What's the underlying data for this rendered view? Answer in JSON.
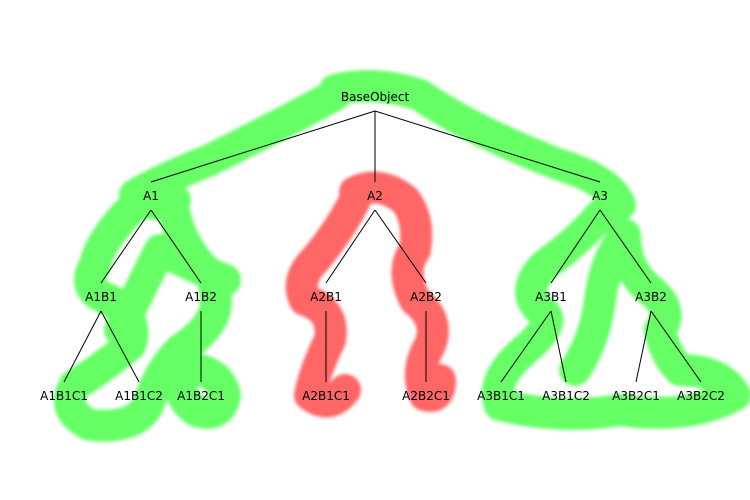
{
  "colors": {
    "green_highlight": "#66ff66",
    "red_highlight": "#ff6666",
    "edge": "#000000"
  },
  "nodes": [
    {
      "id": "BaseObject",
      "label": "BaseObject",
      "parent": null,
      "highlight": "green"
    },
    {
      "id": "A1",
      "label": "A1",
      "parent": "BaseObject",
      "highlight": "green"
    },
    {
      "id": "A2",
      "label": "A2",
      "parent": "BaseObject",
      "highlight": "red"
    },
    {
      "id": "A3",
      "label": "A3",
      "parent": "BaseObject",
      "highlight": "green"
    },
    {
      "id": "A1B1",
      "label": "A1B1",
      "parent": "A1",
      "highlight": "green"
    },
    {
      "id": "A1B2",
      "label": "A1B2",
      "parent": "A1",
      "highlight": "green"
    },
    {
      "id": "A2B1",
      "label": "A2B1",
      "parent": "A2",
      "highlight": "red"
    },
    {
      "id": "A2B2",
      "label": "A2B2",
      "parent": "A2",
      "highlight": "red"
    },
    {
      "id": "A3B1",
      "label": "A3B1",
      "parent": "A3",
      "highlight": "green"
    },
    {
      "id": "A3B2",
      "label": "A3B2",
      "parent": "A3",
      "highlight": "green"
    },
    {
      "id": "A1B1C1",
      "label": "A1B1C1",
      "parent": "A1B1",
      "highlight": "green"
    },
    {
      "id": "A1B1C2",
      "label": "A1B1C2",
      "parent": "A1B1",
      "highlight": "green"
    },
    {
      "id": "A1B2C1",
      "label": "A1B2C1",
      "parent": "A1B2",
      "highlight": "green"
    },
    {
      "id": "A2B1C1",
      "label": "A2B1C1",
      "parent": "A2B1",
      "highlight": "red"
    },
    {
      "id": "A2B2C1",
      "label": "A2B2C1",
      "parent": "A2B2",
      "highlight": "red"
    },
    {
      "id": "A3B1C1",
      "label": "A3B1C1",
      "parent": "A3B1",
      "highlight": "green"
    },
    {
      "id": "A3B1C2",
      "label": "A3B1C2",
      "parent": "A3B1",
      "highlight": "green"
    },
    {
      "id": "A3B2C1",
      "label": "A3B2C1",
      "parent": "A3B2",
      "highlight": "green"
    },
    {
      "id": "A3B2C2",
      "label": "A3B2C2",
      "parent": "A3B2",
      "highlight": "green"
    }
  ]
}
